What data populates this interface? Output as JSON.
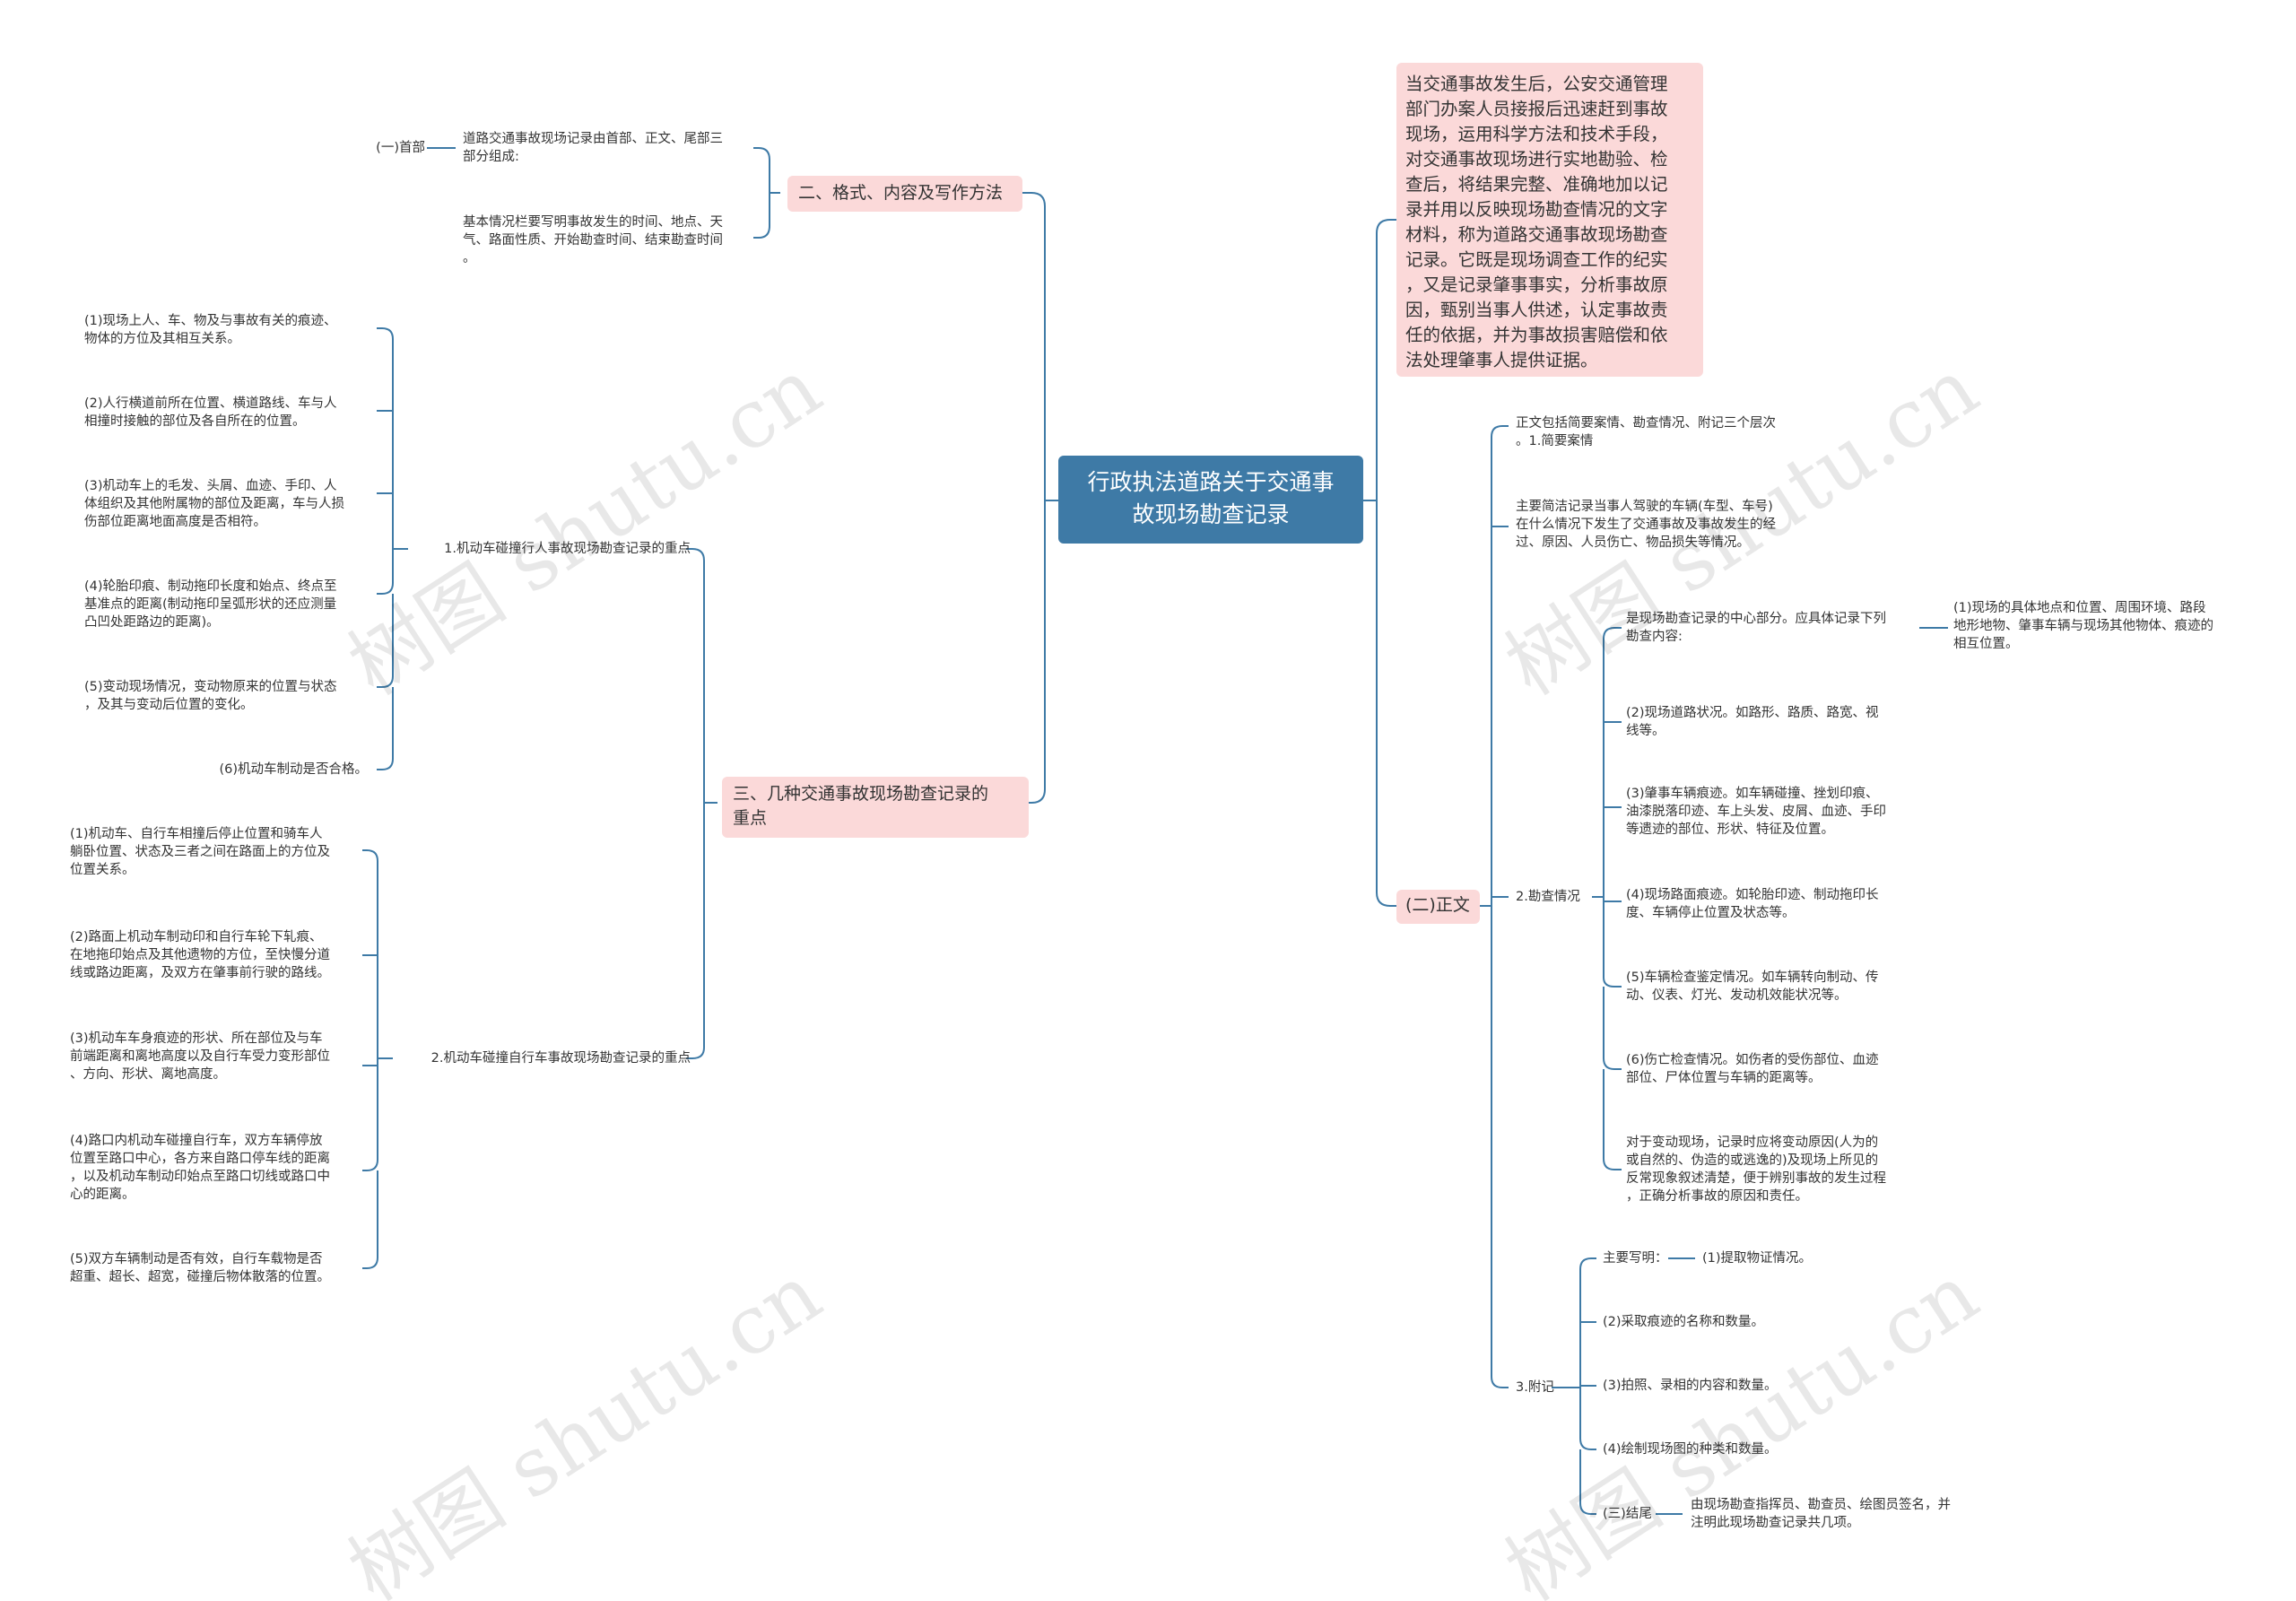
{
  "root": "行政执法道路关于交通事\n故现场勘查记录",
  "watermark": "树图 shutu.cn",
  "colors": {
    "root_bg": "#3e7aa6",
    "box_bg": "#fbd9d9",
    "line": "#3e7aa6",
    "text": "#333333"
  },
  "left": {
    "sec2": {
      "label": "二、格式、内容及写作方法",
      "header_label": "(一)首部",
      "header_text": "道路交通事故现场记录由首部、正文、尾部三\n部分组成:",
      "basic_text": "基本情况栏要写明事故发生的时间、地点、天\n气、路面性质、开始勘查时间、结束勘查时间\n。"
    },
    "sec3": {
      "label": "三、几种交通事故现场勘查记录的\n重点",
      "g1": {
        "label": "1.机动车碰撞行人事故现场勘查记录的重点",
        "items": [
          "(1)现场上人、车、物及与事故有关的痕迹、\n物体的方位及其相互关系。",
          "(2)人行横道前所在位置、横道路线、车与人\n相撞时接触的部位及各自所在的位置。",
          "(3)机动车上的毛发、头屑、血迹、手印、人\n体组织及其他附属物的部位及距离，车与人损\n伤部位距离地面高度是否相符。",
          "(4)轮胎印痕、制动拖印长度和始点、终点至\n基准点的距离(制动拖印呈弧形状的还应测量\n凸凹处距路边的距离)。",
          "(5)变动现场情况，变动物原来的位置与状态\n，及其与变动后位置的变化。",
          "(6)机动车制动是否合格。"
        ]
      },
      "g2": {
        "label": "2.机动车碰撞自行车事故现场勘查记录的重点",
        "items": [
          "(1)机动车、自行车相撞后停止位置和骑车人\n躺卧位置、状态及三者之间在路面上的方位及\n位置关系。",
          "(2)路面上机动车制动印和自行车轮下轧痕、\n在地拖印始点及其他遗物的方位，至快慢分道\n线或路边距离，及双方在肇事前行驶的路线。",
          "(3)机动车车身痕迹的形状、所在部位及与车\n前端距离和离地高度以及自行车受力变形部位\n、方向、形状、离地高度。",
          "(4)路口内机动车碰撞自行车，双方车辆停放\n位置至路口中心，各方来自路口停车线的距离\n，以及机动车制动印始点至路口切线或路口中\n心的距离。",
          "(5)双方车辆制动是否有效，自行车载物是否\n超重、超长、超宽，碰撞后物体散落的位置。"
        ]
      }
    }
  },
  "right": {
    "definition": "当交通事故发生后，公安交通管理\n部门办案人员接报后迅速赶到事故\n现场，运用科学方法和技术手段，\n对交通事故现场进行实地勘验、检\n查后，将结果完整、准确地加以记\n录并用以反映现场勘查情况的文字\n材料，称为道路交通事故现场勘查\n记录。它既是现场调查工作的纪实\n，又是记录肇事事实，分析事故原\n因，甄别当事人供述，认定事故责\n任的依据，并为事故损害赔偿和依\n法处理肇事人提供证据。",
    "zhengwen": {
      "label": "(二)正文",
      "intro1": "正文包括简要案情、勘查情况、附记三个层次\n。1.简要案情",
      "intro2": "主要简洁记录当事人驾驶的车辆(车型、车号)\n在什么情况下发生了交通事故及事故发生的经\n过、原因、人员伤亡、物品损失等情况。",
      "kancha": {
        "label": "2.勘查情况",
        "center": "是现场勘查记录的中心部分。应具体记录下列\n勘查内容:",
        "center_child": "(1)现场的具体地点和位置、周围环境、路段\n地形地物、肇事车辆与现场其他物体、痕迹的\n相互位置。",
        "items": [
          "(2)现场道路状况。如路形、路质、路宽、视\n线等。",
          "(3)肇事车辆痕迹。如车辆碰撞、挫划印痕、\n油漆脱落印迹、车上头发、皮屑、血迹、手印\n等遗迹的部位、形状、特征及位置。",
          "(4)现场路面痕迹。如轮胎印迹、制动拖印长\n度、车辆停止位置及状态等。",
          "(5)车辆检查鉴定情况。如车辆转向制动、传\n动、仪表、灯光、发动机效能状况等。",
          "(6)伤亡检查情况。如伤者的受伤部位、血迹\n部位、尸体位置与车辆的距离等。",
          "对于变动现场，记录时应将变动原因(人为的\n或自然的、伪造的或逃逸的)及现场上所见的\n反常现象叙述清楚，便于辨别事故的发生过程\n，正确分析事故的原因和责任。"
        ]
      },
      "fuji": {
        "label": "3.附记",
        "main_label": "主要写明：",
        "main_child": "(1)提取物证情况。",
        "items": [
          "(2)采取痕迹的名称和数量。",
          "(3)拍照、录相的内容和数量。",
          "(4)绘制现场图的种类和数量。"
        ],
        "end_label": "(三)结尾",
        "end_text": "由现场勘查指挥员、勘查员、绘图员签名，并\n注明此现场勘查记录共几项。"
      }
    }
  }
}
